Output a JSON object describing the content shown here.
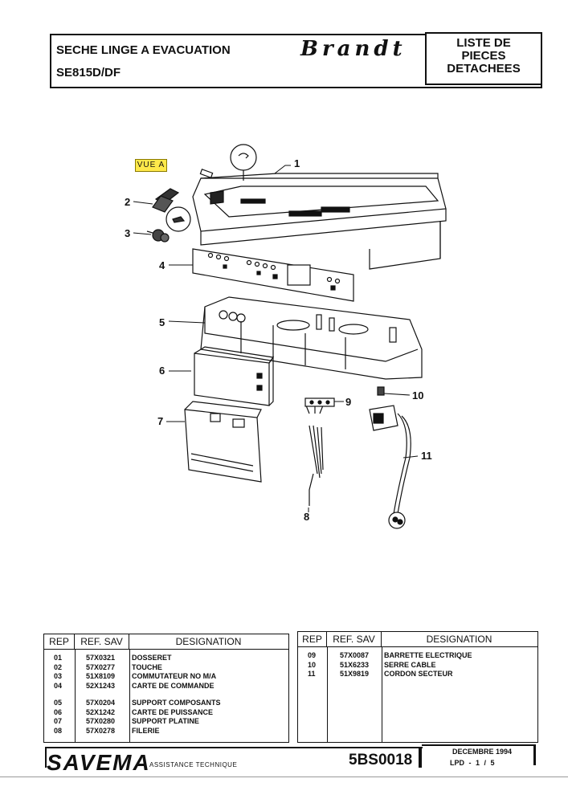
{
  "header": {
    "title_line1": "SECHE LINGE A EVACUATION",
    "title_line2": "SE815D/DF",
    "brand": "Brandt",
    "box_line1": "LISTE DE",
    "box_line2": "PIECES",
    "box_line3": "DETACHEES"
  },
  "diagram": {
    "vue_label": "VUE A",
    "callouts": [
      "1",
      "2",
      "3",
      "4",
      "5",
      "6",
      "7",
      "8",
      "9",
      "10",
      "11"
    ]
  },
  "table_left": {
    "headers": [
      "REP",
      "REF. SAV",
      "DESIGNATION"
    ],
    "rows": [
      {
        "rep": "01",
        "ref": "57X0321",
        "designation": "DOSSERET"
      },
      {
        "rep": "02",
        "ref": "57X0277",
        "designation": "TOUCHE"
      },
      {
        "rep": "03",
        "ref": "51X8109",
        "designation": "COMMUTATEUR NO M/A"
      },
      {
        "rep": "04",
        "ref": "52X1243",
        "designation": "CARTE DE COMMANDE"
      },
      {
        "rep": "05",
        "ref": "57X0204",
        "designation": "SUPPORT COMPOSANTS"
      },
      {
        "rep": "06",
        "ref": "52X1242",
        "designation": "CARTE DE PUISSANCE"
      },
      {
        "rep": "07",
        "ref": "57X0280",
        "designation": "SUPPORT PLATINE"
      },
      {
        "rep": "08",
        "ref": "57X0278",
        "designation": "FILERIE"
      }
    ]
  },
  "table_right": {
    "headers": [
      "REP",
      "REF. SAV",
      "DESIGNATION"
    ],
    "rows": [
      {
        "rep": "09",
        "ref": "57X0087",
        "designation": "BARRETTE ELECTRIQUE"
      },
      {
        "rep": "10",
        "ref": "51X6233",
        "designation": "SERRE CABLE"
      },
      {
        "rep": "11",
        "ref": "51X9819",
        "designation": "CORDON SECTEUR"
      }
    ]
  },
  "footer": {
    "brand": "SAVEMA",
    "subtitle": "ASSISTANCE TECHNIQUE",
    "doc_code": "5BS0018",
    "date": "DECEMBRE 1994",
    "page": "LPD -  1 / 5"
  }
}
